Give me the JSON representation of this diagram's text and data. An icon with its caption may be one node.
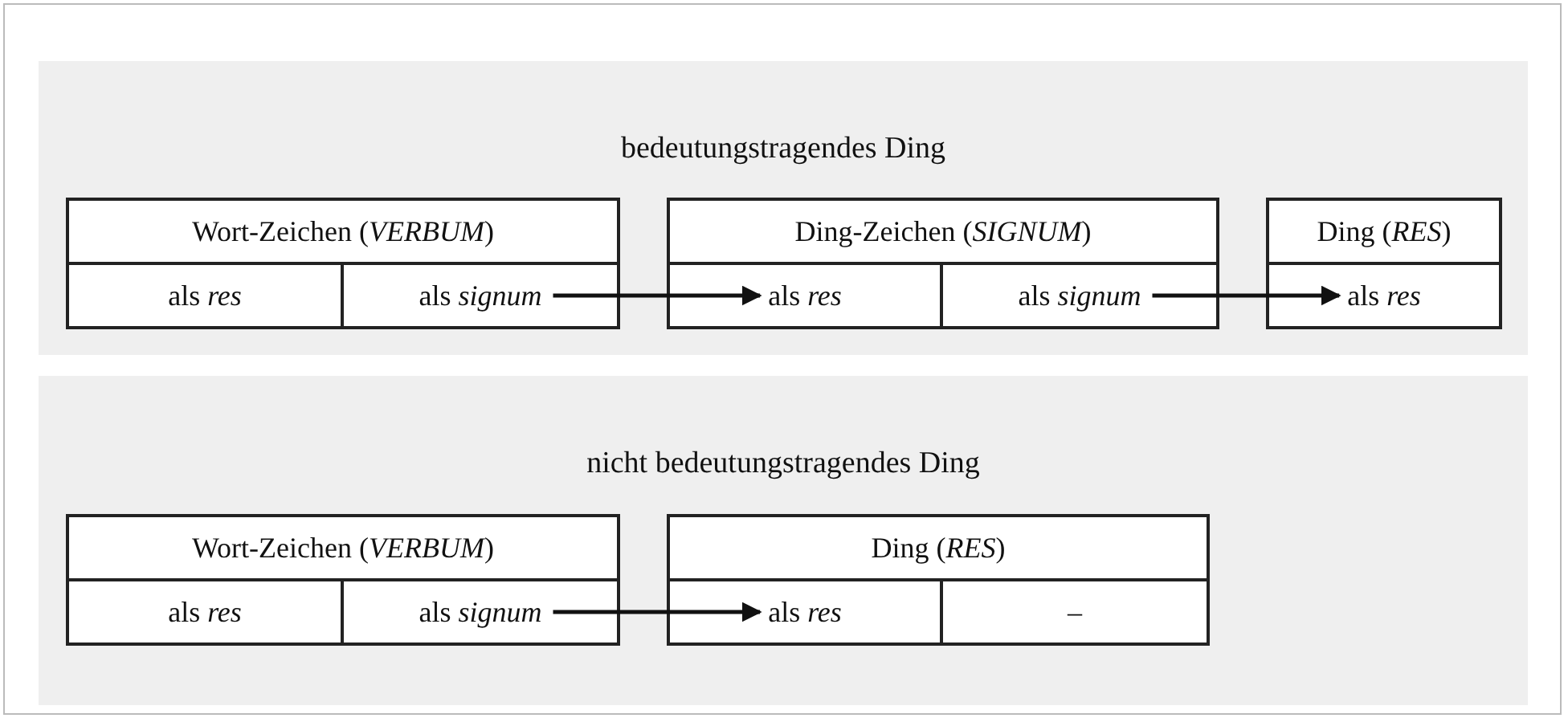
{
  "diagram": {
    "nodes": [
      {
        "text": [
          "bedeutungstragendes Ding"
        ]
      },
      {
        "text": [
          "Wort-Zeichen (*VERBUM*)"
        ],
        "in": 0
      },
      {
        "text": [
          "als *res*"
        ],
        "in": 1
      },
      {
        "text": [
          "als *signum*"
        ],
        "in": 1
      },
      {
        "text": [
          "Ding-Zeichen (*SIGNUM*)"
        ],
        "in": 0
      },
      {
        "text": [
          "als *res*"
        ],
        "in": 4
      },
      {
        "text": [
          "als *signum*"
        ],
        "in": 4
      },
      {
        "text": [
          "Ding (*RES*)"
        ],
        "in": 0
      },
      {
        "text": [
          "als *res*"
        ],
        "in": 7
      },
      {
        "text": [
          "nicht bedeutungstragendes Ding"
        ]
      },
      {
        "text": [
          "Wort-Zeichen (*VERBUM*)"
        ],
        "in": 9
      },
      {
        "text": [
          "als *res*"
        ],
        "in": 10
      },
      {
        "text": [
          "als *signum*"
        ],
        "in": 10
      },
      {
        "text": [
          "Ding (*RES*)"
        ],
        "in": 9
      },
      {
        "text": [
          "als *res*"
        ],
        "in": 13
      },
      {
        "text": [
          "–"
        ],
        "in": 13
      }
    ],
    "edges": [
      {
        "from": 3,
        "to": 5,
        "arrow": "to"
      },
      {
        "from": 6,
        "to": 8,
        "arrow": "to"
      },
      {
        "from": 12,
        "to": 14,
        "arrow": "to"
      }
    ]
  }
}
